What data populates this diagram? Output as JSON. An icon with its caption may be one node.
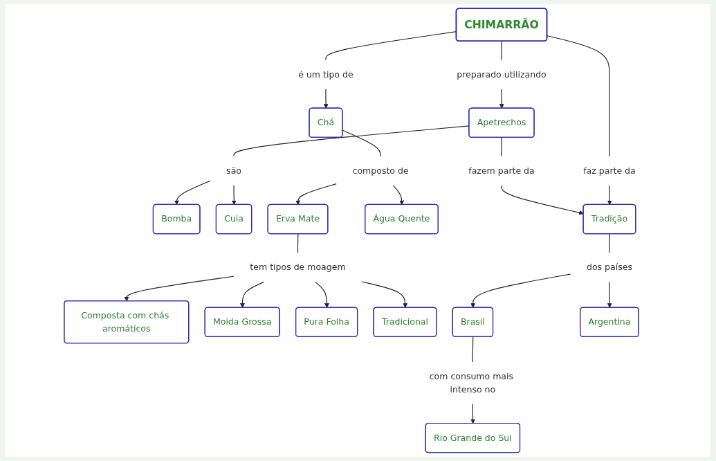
{
  "diagram": {
    "nodes": [
      {
        "text": [
          "CHIMARRÃO"
        ]
      },
      {
        "text": [
          "é um tipo de"
        ]
      },
      {
        "text": [
          "preparado utilizando"
        ]
      },
      {
        "text": [
          "faz parte da"
        ]
      },
      {
        "text": [
          "Chá"
        ]
      },
      {
        "text": [
          "Apetrechos"
        ]
      },
      {
        "text": [
          "fazem parte da"
        ]
      },
      {
        "text": [
          "Tradição"
        ]
      },
      {
        "text": [
          "composto de"
        ]
      },
      {
        "text": [
          "são"
        ]
      },
      {
        "text": [
          "dos países"
        ]
      },
      {
        "text": [
          "Água Quente"
        ]
      },
      {
        "text": [
          "Erva Mate"
        ]
      },
      {
        "text": [
          "Cuia"
        ]
      },
      {
        "text": [
          "Bomba"
        ]
      },
      {
        "text": [
          "Argentina"
        ]
      },
      {
        "text": [
          "Brasil"
        ]
      },
      {
        "text": [
          "tem tipos de moagem"
        ]
      },
      {
        "text": [
          "com consumo mais intenso no"
        ]
      },
      {
        "text": [
          "Tradicional"
        ]
      },
      {
        "text": [
          "Pura Folha"
        ]
      },
      {
        "text": [
          "Moida Grossa"
        ]
      },
      {
        "text": [
          "Composta com chás aromáticos"
        ]
      },
      {
        "text": [
          "Rio Grande do Sul"
        ]
      }
    ],
    "edges": [
      {
        "from": 0,
        "to": 1,
        "arrow": "none"
      },
      {
        "from": 1,
        "to": 4,
        "arrow": "to"
      },
      {
        "from": 0,
        "to": 2,
        "arrow": "none"
      },
      {
        "from": 2,
        "to": 5,
        "arrow": "to"
      },
      {
        "from": 0,
        "to": 3,
        "arrow": "none"
      },
      {
        "from": 3,
        "to": 7,
        "arrow": "to"
      },
      {
        "from": 5,
        "to": 6,
        "arrow": "none"
      },
      {
        "from": 6,
        "to": 7,
        "arrow": "to"
      },
      {
        "from": 4,
        "to": 8,
        "arrow": "none"
      },
      {
        "from": 8,
        "to": 11,
        "arrow": "to"
      },
      {
        "from": 8,
        "to": 12,
        "arrow": "to"
      },
      {
        "from": 5,
        "to": 9,
        "arrow": "none"
      },
      {
        "from": 9,
        "to": 13,
        "arrow": "to"
      },
      {
        "from": 9,
        "to": 14,
        "arrow": "to"
      },
      {
        "from": 7,
        "to": 10,
        "arrow": "none"
      },
      {
        "from": 10,
        "to": 15,
        "arrow": "to"
      },
      {
        "from": 10,
        "to": 16,
        "arrow": "to"
      },
      {
        "from": 12,
        "to": 17,
        "arrow": "none"
      },
      {
        "from": 17,
        "to": 19,
        "arrow": "to"
      },
      {
        "from": 17,
        "to": 20,
        "arrow": "to"
      },
      {
        "from": 17,
        "to": 21,
        "arrow": "to"
      },
      {
        "from": 17,
        "to": 22,
        "arrow": "to"
      },
      {
        "from": 16,
        "to": 18,
        "arrow": "none"
      },
      {
        "from": 18,
        "to": 23,
        "arrow": "to"
      }
    ]
  }
}
